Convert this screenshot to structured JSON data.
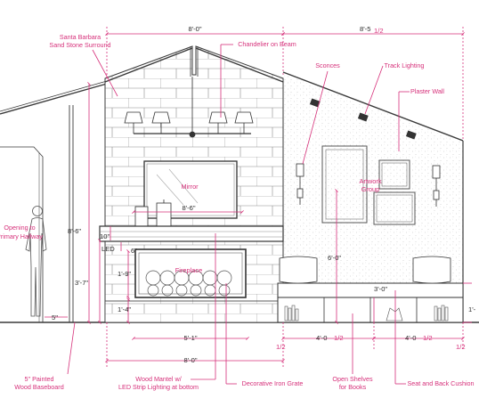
{
  "labels": {
    "surround": [
      "Santa Barbara",
      "Sand Stone Surround"
    ],
    "chandelier": "Chandelier on Beam",
    "sconces": "Sconces",
    "track": "Track Lighting",
    "plaster": "Plaster Wall",
    "artwork": [
      "Artwork",
      "Group"
    ],
    "mirror": "Mirror",
    "fireplace": "Fireplace",
    "led": "LED",
    "opening": [
      "Opening to",
      "Primary Hallway"
    ],
    "baseboard": [
      "5\" Painted",
      "Wood Baseboard"
    ],
    "mantel": [
      "Wood Mantel w/",
      "LED Strip Lighting at bottom"
    ],
    "grate": "Decorative Iron Grate",
    "shelves": [
      "Open Shelves",
      "for Books"
    ],
    "cushion": "Seat and Back Cushion"
  },
  "dims": {
    "top_8_0": "8'-0\"",
    "top_8_5": "8'-5",
    "top_8_5_frac": "1/2",
    "mirror_8_6": "8'-6\"",
    "mirror_width": "8'-6\"",
    "d10": "10\"",
    "d6": "6\"",
    "d1_9": "1'-9\"",
    "d3_7": "3'-7\"",
    "d1_4": "1'-4\"",
    "d6_0": "6'-0\"",
    "d3_0": "3'-0\"",
    "d1_side": "1'-",
    "bottom_5_1": "5'-1\"",
    "bottom_8_0": "8'-0\"",
    "bottom_4_0_a": "4'-0",
    "bottom_4_0_b": "4'-0",
    "half": "1/2",
    "half2": "1/2",
    "half3": "1/2",
    "half4": "1/2",
    "baseboard_5": "5\""
  }
}
